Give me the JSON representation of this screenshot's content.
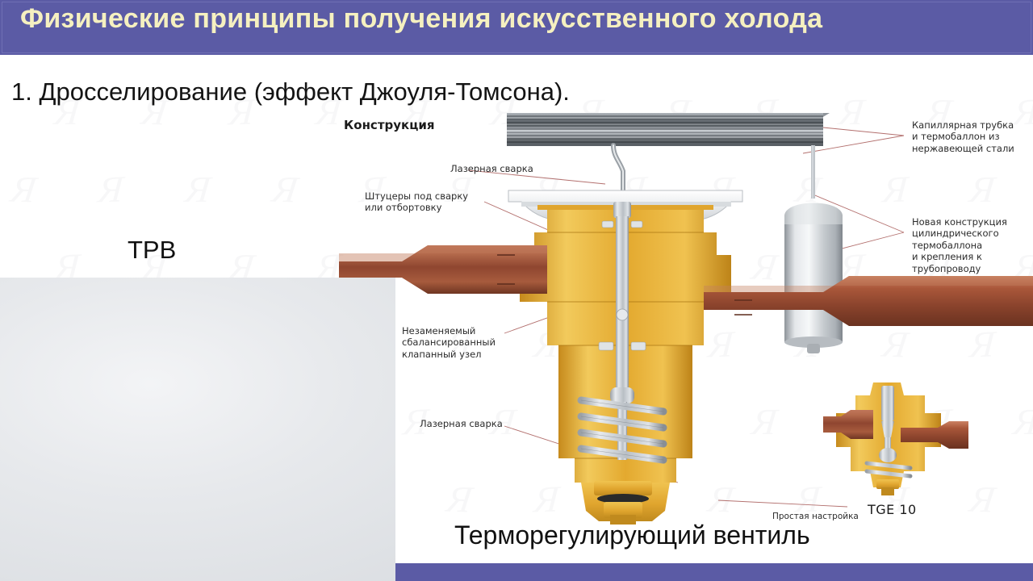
{
  "slide": {
    "title": "Физические принципы получения искусственного холода",
    "subtitle": "1. Дросселирование (эффект Джоуля-Томсона).",
    "trv_label": "ТРВ",
    "bottom_caption": "Терморегулирующий вентиль"
  },
  "colors": {
    "title_bar_bg": "#5b5ba5",
    "title_text": "#f5f0c0",
    "bottom_bar_bg": "#5b5ba5",
    "body_text": "#111111",
    "callout_text": "#2b2b2b",
    "leader_line": "#b3706e",
    "brass": "#e0a52e",
    "brass_light": "#f0c555",
    "brass_dark": "#b8801c",
    "copper": "#a5563a",
    "copper_dark": "#7b3b26",
    "steel": "#c8ccd0",
    "steel_dark": "#6f7479",
    "white_housing": "#f2f3f4"
  },
  "diagram": {
    "heading": "Конструкция",
    "callouts": [
      {
        "id": "laser-weld-top",
        "text": "Лазерная сварка"
      },
      {
        "id": "weld-fittings",
        "text": "Штуцеры под сварку\nили отбортовку"
      },
      {
        "id": "valve-assembly",
        "text": "Незаменяемый\nсбалансированный\nклапанный узел"
      },
      {
        "id": "laser-weld-bottom",
        "text": "Лазерная сварка"
      },
      {
        "id": "capillary-bulb",
        "text": "Капиллярная трубка\nи термобаллон из\nнержавеющей стали"
      },
      {
        "id": "new-bulb-design",
        "text": "Новая конструкция\nцилиндрического\nтермобаллона\nи крепления к\nтрубопроводу"
      },
      {
        "id": "simple-setup",
        "text": "Простая настройка"
      }
    ],
    "inset_label": "TGE 10"
  },
  "photo": {
    "alt": "Фотография терморегулирующего вентиля с капиллярной трубкой"
  },
  "watermark": {
    "glyph": "Я"
  }
}
